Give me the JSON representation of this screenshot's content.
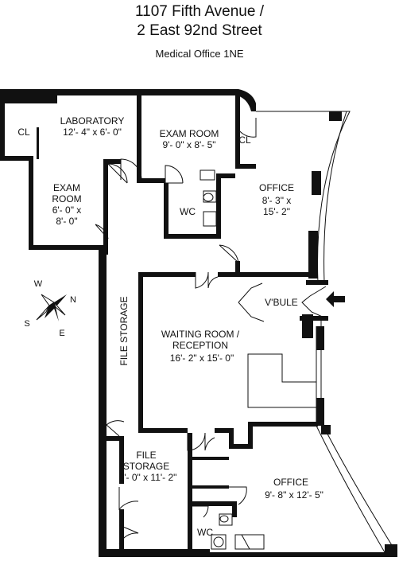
{
  "header": {
    "line1": "1107 Fifth Avenue /",
    "line2": "2 East 92nd Street",
    "line3": "Medical Office 1NE"
  },
  "rooms": {
    "laboratory": {
      "name": "LABORATORY",
      "dims": "12'- 4\" x 6'- 0\""
    },
    "closet_lab": {
      "name": "CL"
    },
    "exam_room_top": {
      "name": "EXAM ROOM",
      "dims": "9'- 0\" x 8'- 5\""
    },
    "closet_exam": {
      "name": "CL"
    },
    "exam_room_left": {
      "name1": "EXAM",
      "name2": "ROOM",
      "dims1": "6'- 0\" x",
      "dims2": "8'- 0\""
    },
    "wc_upper": {
      "name": "WC"
    },
    "office_upper": {
      "name": "OFFICE",
      "dims1": "8'- 3\" x",
      "dims2": "15'- 2\""
    },
    "vestibule": {
      "name": "V'BULE"
    },
    "file_storage_corridor": {
      "name": "FILE STORAGE"
    },
    "waiting_room": {
      "name1": "WAITING ROOM /",
      "name2": "RECEPTION",
      "dims": "16'- 2\" x 15'- 0\""
    },
    "file_storage_room": {
      "name1": "FILE",
      "name2": "STORAGE",
      "dims": "8'- 0\" x 11'- 2\""
    },
    "office_lower": {
      "name": "OFFICE",
      "dims": "9'- 8\" x 12'- 5\""
    },
    "wc_lower": {
      "name": "WC"
    }
  },
  "compass": {
    "n": "N",
    "s": "S",
    "e": "E",
    "w": "W"
  }
}
